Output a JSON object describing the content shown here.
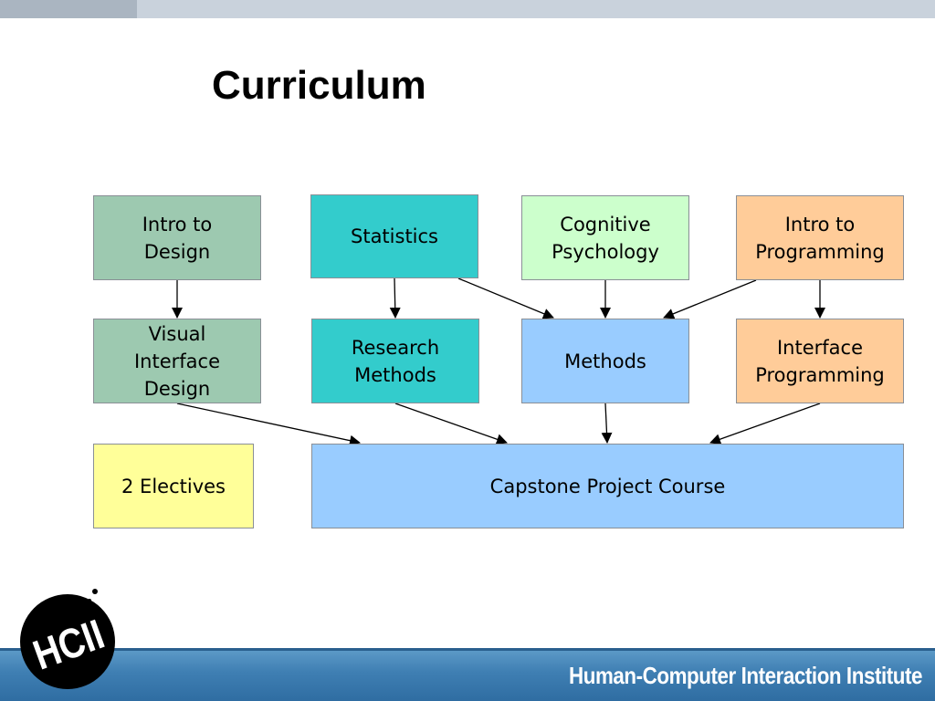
{
  "slide": {
    "title": "Curriculum"
  },
  "diagram": {
    "boxes": {
      "intro_design": {
        "label": "Intro to\nDesign",
        "color": "#9dc9b0"
      },
      "statistics": {
        "label": "Statistics",
        "color": "#33cccc"
      },
      "cognitive_psychology": {
        "label": "Cognitive\nPsychology",
        "color": "#ccffcc"
      },
      "intro_programming": {
        "label": "Intro to\nProgramming",
        "color": "#ffcc99"
      },
      "visual_interface_design": {
        "label": "Visual\nInterface\nDesign",
        "color": "#9dc9b0"
      },
      "research_methods": {
        "label": "Research\nMethods",
        "color": "#33cccc"
      },
      "methods": {
        "label": "Methods",
        "color": "#99ccff"
      },
      "interface_programming": {
        "label": "Interface\nProgramming",
        "color": "#ffcc99"
      },
      "electives": {
        "label": "2 Electives",
        "color": "#ffff99"
      },
      "capstone": {
        "label": "Capstone Project Course",
        "color": "#99ccff"
      }
    },
    "edges": [
      {
        "from": "intro_design",
        "to": "visual_interface_design"
      },
      {
        "from": "statistics",
        "to": "research_methods"
      },
      {
        "from": "statistics",
        "to": "methods"
      },
      {
        "from": "cognitive_psychology",
        "to": "methods"
      },
      {
        "from": "intro_programming",
        "to": "methods"
      },
      {
        "from": "intro_programming",
        "to": "interface_programming"
      },
      {
        "from": "visual_interface_design",
        "to": "capstone"
      },
      {
        "from": "research_methods",
        "to": "capstone"
      },
      {
        "from": "methods",
        "to": "capstone"
      },
      {
        "from": "interface_programming",
        "to": "capstone"
      }
    ]
  },
  "footer": {
    "institute": "Human-Computer Interaction Institute",
    "logo_text": "HCII"
  }
}
